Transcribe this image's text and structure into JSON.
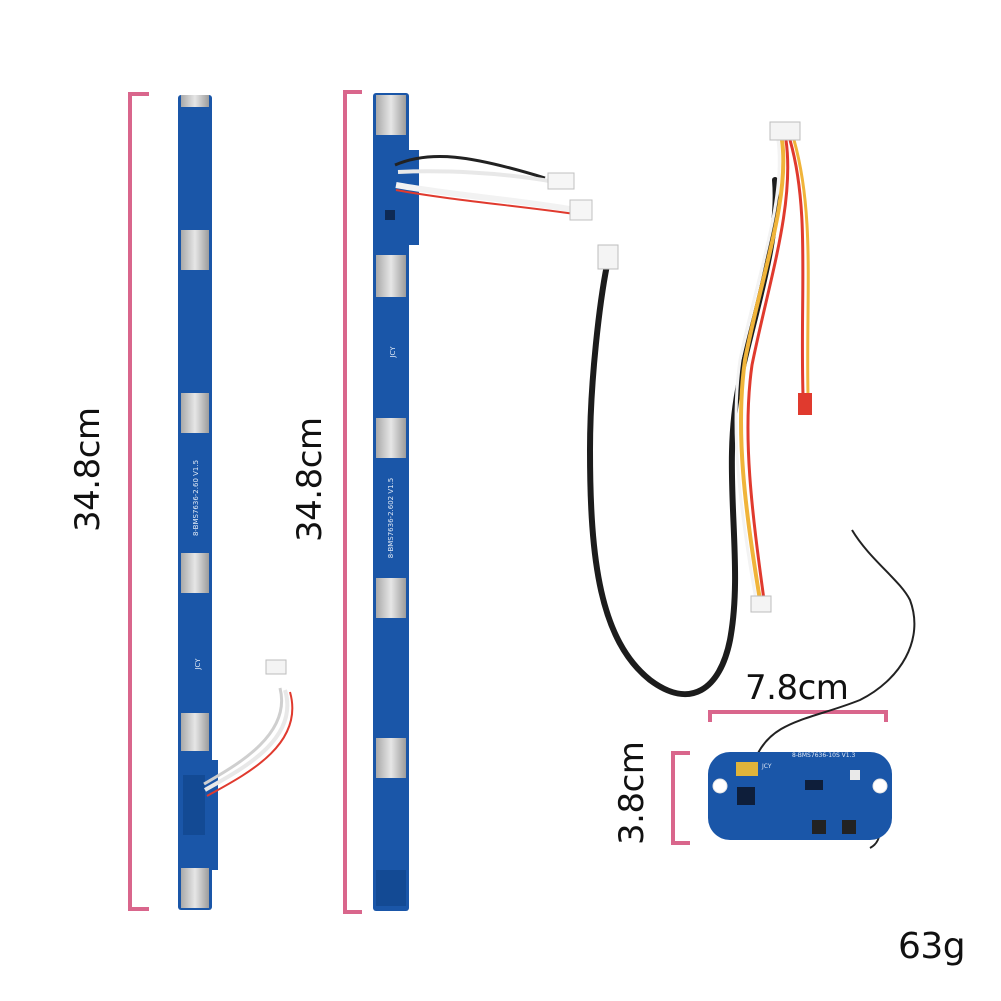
{
  "labels": {
    "strip1_length": "34.8cm",
    "strip2_length": "34.8cm",
    "board_width": "7.8cm",
    "board_height": "3.8cm",
    "weight": "63g"
  },
  "silkscreen": {
    "strip1_model": "8-BMS7636-2.60 V1.5",
    "strip2_model": "8-BMS7636-2.602 V1.5",
    "board_model": "8-BMS7636-10S V1.3",
    "maker_mark": "JCY"
  },
  "colors": {
    "bracket": "#d9668c",
    "pcb": "#1a56a8",
    "pcb_dark": "#134a94",
    "pad": "#c9c9c9",
    "cable_black": "#1c1c1c",
    "wire_red": "#e03a2e",
    "wire_yellow": "#f0b43a",
    "wire_white": "#f2f2f2"
  }
}
